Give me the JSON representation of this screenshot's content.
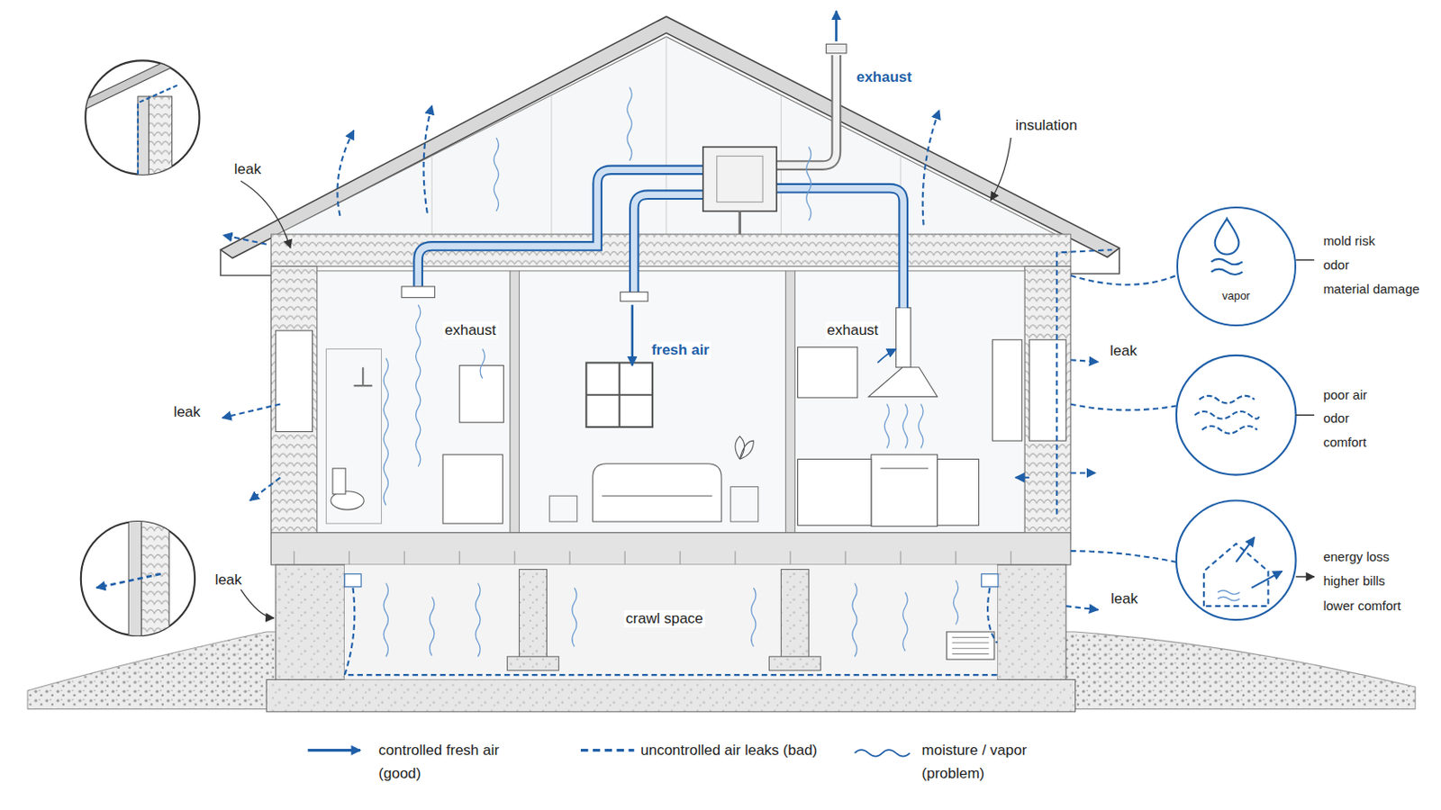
{
  "diagram": {
    "nodes": [
      {
        "text": [
          "vapor"
        ]
      }
    ],
    "labels": [
      "exhaust",
      "insulation",
      "leak",
      "exhaust",
      "fresh air",
      "exhaust",
      "leak",
      "leak",
      "leak",
      "leak",
      "crawl space",
      "mold risk",
      "odor",
      "material damage",
      "poor air",
      "odor",
      "comfort",
      "energy loss",
      "higher bills",
      "lower comfort"
    ],
    "legend": [
      {
        "text": "controlled fresh air (good)"
      },
      {
        "text": "uncontrolled air leaks (bad)"
      },
      {
        "text": "moisture / vapor (problem)"
      }
    ]
  }
}
